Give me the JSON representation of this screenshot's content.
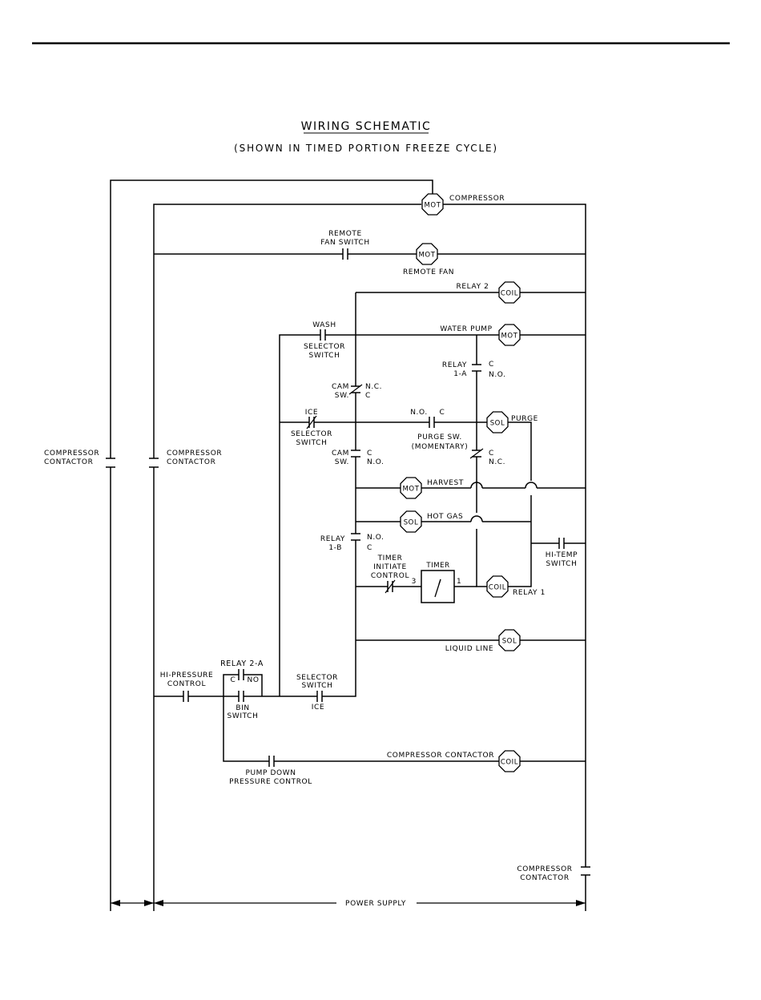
{
  "title": "WIRING SCHEMATIC",
  "subtitle": "(SHOWN IN TIMED PORTION FREEZE CYCLE)",
  "labels": {
    "compressor": "COMPRESSOR",
    "remote_fan_switch_1": "REMOTE",
    "remote_fan_switch_2": "FAN SWITCH",
    "remote_fan": "REMOTE FAN",
    "relay_2": "RELAY 2",
    "wash": "WASH",
    "water_pump": "WATER PUMP",
    "selector_switch_1": "SELECTOR",
    "selector_switch_2": "SWITCH",
    "relay_1a_1": "RELAY",
    "relay_1a_2": "1-A",
    "c": "C",
    "no": "N.O.",
    "nc": "N.C.",
    "cam_1": "CAM",
    "cam_2": "SW.",
    "ice": "ICE",
    "purge": "PURGE",
    "purge_sw_1": "PURGE SW.",
    "purge_sw_2": "(MOMENTARY)",
    "compressor_contactor_1": "COMPRESSOR",
    "compressor_contactor_2": "CONTACTOR",
    "harvest": "HARVEST",
    "hot_gas": "HOT GAS",
    "relay_1b_1": "RELAY",
    "relay_1b_2": "1-B",
    "hi_temp_1": "HI-TEMP",
    "hi_temp_2": "SWITCH",
    "timer_initiate_1": "TIMER",
    "timer_initiate_2": "INITIATE",
    "timer_initiate_3": "CONTROL",
    "timer": "TIMER",
    "timer_pin_3": "3",
    "timer_pin_1": "1",
    "relay_1": "RELAY 1",
    "liquid_line": "LIQUID LINE",
    "relay_2a": "RELAY 2-A",
    "no_short": "NO",
    "hi_pressure_1": "HI-PRESSURE",
    "hi_pressure_2": "CONTROL",
    "bin_switch_1": "BIN",
    "bin_switch_2": "SWITCH",
    "pump_down_1": "PUMP DOWN",
    "pump_down_2": "PRESSURE CONTROL",
    "compressor_contactor_coil": "COMPRESSOR CONTACTOR",
    "power_supply": "POWER SUPPLY"
  },
  "devices": {
    "mot": "MOT",
    "coil": "COIL",
    "sol": "SOL"
  }
}
